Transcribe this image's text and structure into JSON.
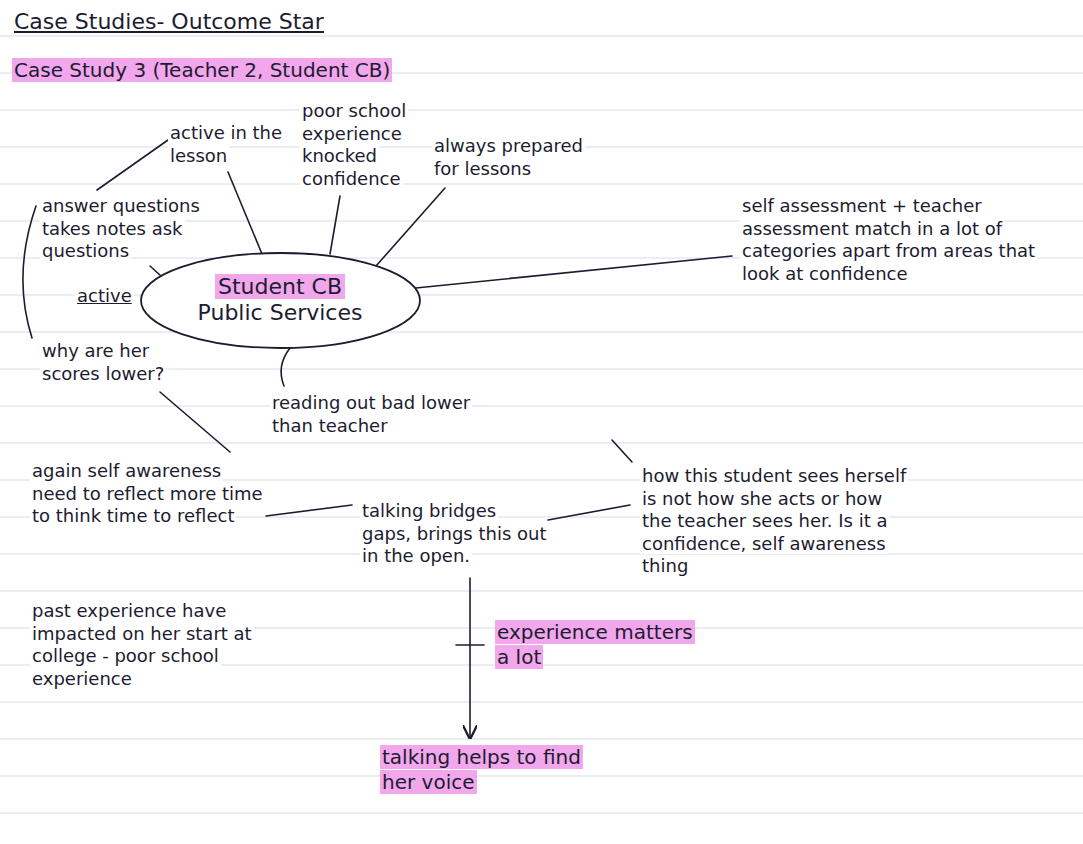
{
  "diagram": {
    "title": "Case Studies- Outcome Star",
    "nodes": [
      {
        "text": [
          "Student CB",
          "Public Services"
        ]
      }
    ],
    "labels": [
      "Case Study 3 (Teacher 2, Student CB)",
      "poor school experience knocked confidence",
      "active in the lesson",
      "always prepared for lessons",
      "answer questions takes notes ask questions",
      "active",
      "self assessment + teacher assessment match in a lot of categories apart from areas that look at confidence",
      "why are her scores lower?",
      "reading out bad lower than teacher",
      "again self awareness need to reflect more time to think time to reflect",
      "how this student sees herself is not how she acts or how the teacher sees her. Is it a confidence, self awareness thing",
      "talking bridges gaps, brings this out in the open.",
      "past experience have impacted on her start at college - poor school experience",
      "experience matters a lot",
      "talking helps to find her voice"
    ]
  }
}
